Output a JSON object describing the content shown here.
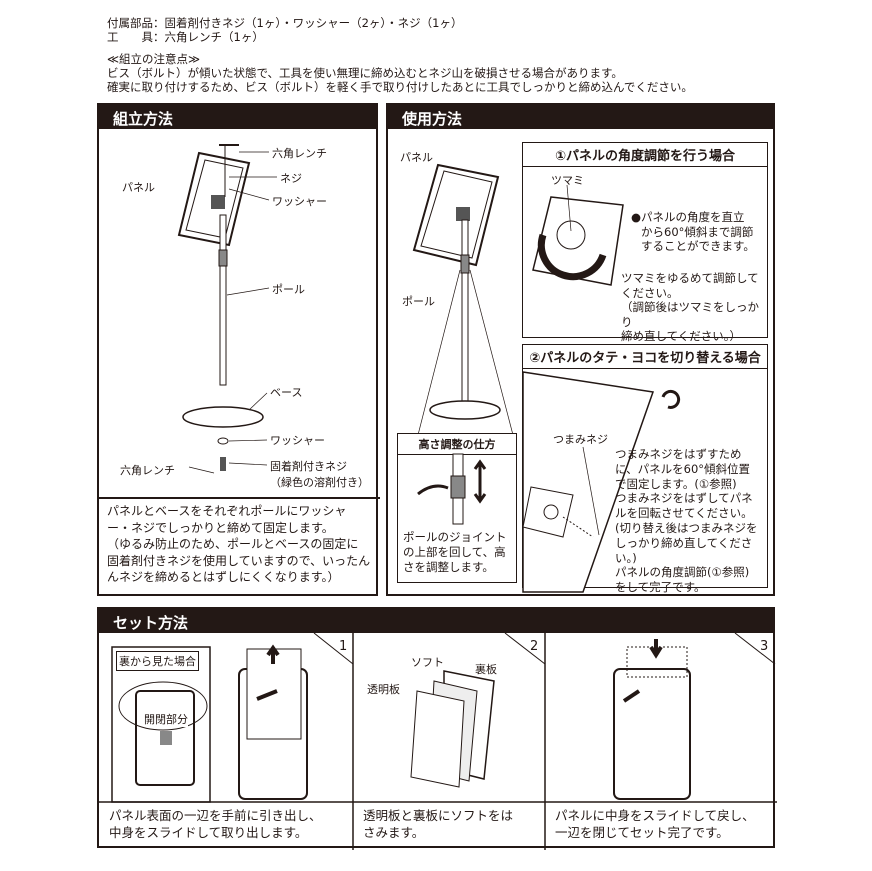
{
  "top": {
    "parts_line": "付属部品：固着剤付きネジ（1ヶ）・ワッシャー（2ヶ）・ネジ（1ヶ）",
    "tools_line": "工　　具：六角レンチ（1ヶ）",
    "caution_title": "≪組立の注意点≫",
    "caution_1": "ビス（ボルト）が傾いた状態で、工具を使い無理に締め込むとネジ山を破損させる場合があります。",
    "caution_2": "確実に取り付けするため、ビス（ボルト）を軽く手で取り付けしたあとに工具でしっかりと締め込んでください。"
  },
  "assembly": {
    "title": "組立方法",
    "labels": {
      "hex_wrench_top": "六角レンチ",
      "screw": "ネジ",
      "washer_top": "ワッシャー",
      "panel": "パネル",
      "pole": "ポール",
      "base": "ベース",
      "washer_bottom": "ワッシャー",
      "hex_wrench_bottom": "六角レンチ",
      "locking_screw": "固着剤付きネジ",
      "locking_screw_note": "（緑色の溶剤付き）"
    },
    "desc": [
      "パネルとベースをそれぞれポールにワッシャ",
      "ー・ネジでしっかりと締めて固定します。",
      "（ゆるみ防止のため、ポールとベースの固定に",
      "固着剤付きネジを使用していますので、いったん",
      "んネジを締めるとはずしにくくなります。）"
    ]
  },
  "usage": {
    "title": "使用方法",
    "labels": {
      "panel": "パネル",
      "pole": "ポール"
    },
    "height": {
      "title": "高さ調整の仕方",
      "desc": [
        "ポールのジョイント",
        "の上部を回して、高",
        "さを調整します。"
      ]
    },
    "angle": {
      "title": "①パネルの角度調節を行う場合",
      "knob": "ツマミ",
      "bullet": [
        "●パネルの角度を直立",
        "から60°傾斜まで調節",
        "することができます。"
      ],
      "note": [
        "ツマミをゆるめて調節して",
        "ください。",
        "（調節後はツマミをしっかり",
        "締め直してください。）"
      ]
    },
    "orientation": {
      "title": "②パネルのタテ・ヨコを切り替える場合",
      "knob_screw": "つまみネジ",
      "desc": [
        "つまみネジをはずすため",
        "に、パネルを60°傾斜位置",
        "で固定します。(①参照)",
        "つまみネジをはずしてパネ",
        "ルを回転させてください。",
        "(切り替え後はつまみネジを",
        "しっかり締め直してください。)",
        "パネルの角度調節(①参照)",
        "をして完了です。"
      ]
    }
  },
  "set": {
    "title": "セット方法",
    "steps": [
      {
        "num": "1",
        "desc": [
          "パネル表面の一辺を手前に引き出し、",
          "中身をスライドして取り出します。"
        ],
        "back_view": "裏から見た場合",
        "open_part": "開閉部分"
      },
      {
        "num": "2",
        "desc": [
          "透明板と裏板にソフトをは",
          "さみます。"
        ],
        "soft": "ソフト",
        "back_board": "裏板",
        "clear_board": "透明板"
      },
      {
        "num": "3",
        "desc": [
          "パネルに中身をスライドして戻し、",
          "一辺を閉じてセット完了です。"
        ]
      }
    ]
  }
}
